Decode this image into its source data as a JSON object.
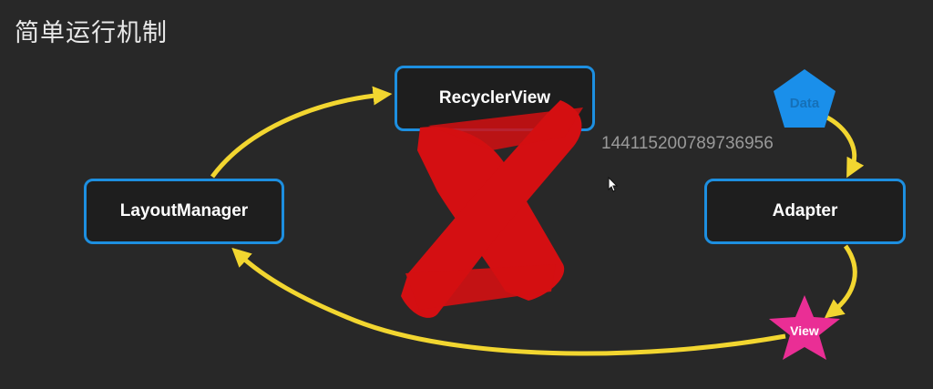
{
  "title": "简单运行机制",
  "nodes": {
    "recyclerview": "RecyclerView",
    "layoutmanager": "LayoutManager",
    "adapter": "Adapter",
    "data": "Data",
    "view": "View"
  },
  "overlay_number": "144115200789736956",
  "colors": {
    "background": "#282828",
    "box_border": "#1d8fe0",
    "arrow": "#f2d630",
    "cross": "#d40f12",
    "data_shape": "#1a8fea",
    "view_shape": "#ea2e95"
  }
}
